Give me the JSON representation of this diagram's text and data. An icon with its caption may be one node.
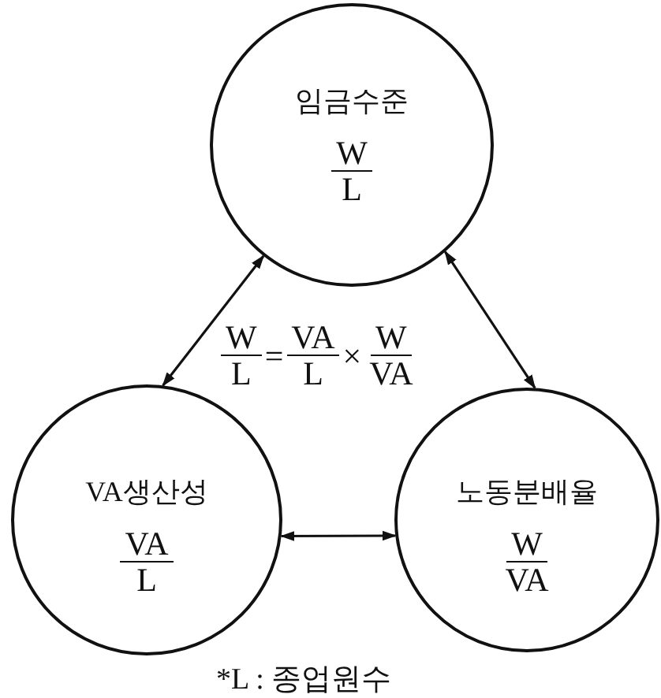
{
  "diagram": {
    "nodes": [
      {
        "text": [
          "임금수준",
          "W",
          "L"
        ]
      },
      {
        "text": [
          "VA생산성",
          "VA",
          "L"
        ]
      },
      {
        "text": [
          "노동분배율",
          "W",
          "VA"
        ]
      }
    ],
    "edges": [
      {
        "from": 0,
        "to": 1,
        "arrow": "both"
      },
      {
        "from": 0,
        "to": 2,
        "arrow": "both"
      },
      {
        "from": 1,
        "to": 2,
        "arrow": "both"
      }
    ],
    "labels": [
      "W",
      "L",
      "=",
      "VA",
      "L",
      "×",
      "W",
      "VA",
      "*L : 종업원수"
    ]
  }
}
